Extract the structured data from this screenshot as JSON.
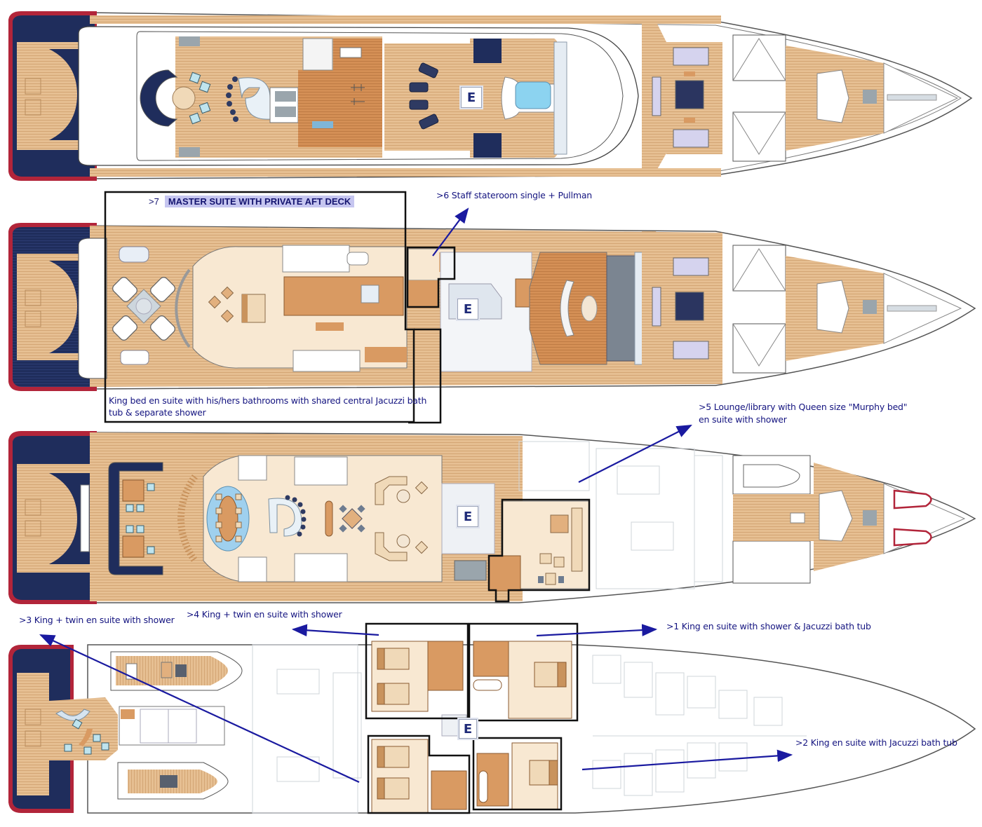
{
  "diagram": {
    "type": "yacht-deck-plan",
    "decks": [
      {
        "id": "sun-deck",
        "order": 1,
        "elevator_label": "E"
      },
      {
        "id": "bridge-deck",
        "order": 2,
        "elevator_label": "E"
      },
      {
        "id": "main-deck",
        "order": 3,
        "elevator_label": "E"
      },
      {
        "id": "lower-deck",
        "order": 4,
        "elevator_label": "E"
      }
    ],
    "colors": {
      "teak": "#e3b98a",
      "teak_stripe": "#d4a26e",
      "interior_cream": "#f8e8d2",
      "furniture_orange": "#d99a62",
      "navy": "#1f2d5c",
      "hull_red": "#b2253a",
      "annotation_blue": "#1a1aa0",
      "box_black": "#111111"
    }
  },
  "annotations": {
    "master_suite": {
      "number": ">7",
      "title": "MASTER SUITE WITH PRIVATE AFT DECK",
      "description": "King bed en suite with his/hers bathrooms with shared central Jacuzzi bath tub & separate shower"
    },
    "staff_stateroom": {
      "text": ">6 Staff stateroom single + Pullman"
    },
    "lounge_library": {
      "line1": ">5 Lounge/library with Queen size \"Murphy bed\"",
      "line2": "en suite with shower"
    },
    "cabin_4": {
      "text": ">4 King + twin en suite with shower"
    },
    "cabin_3": {
      "text": ">3 King + twin en suite with shower"
    },
    "cabin_1": {
      "text": ">1 King en suite with shower & Jacuzzi bath tub"
    },
    "cabin_2": {
      "text": ">2 King en suite with Jacuzzi bath tub"
    }
  }
}
